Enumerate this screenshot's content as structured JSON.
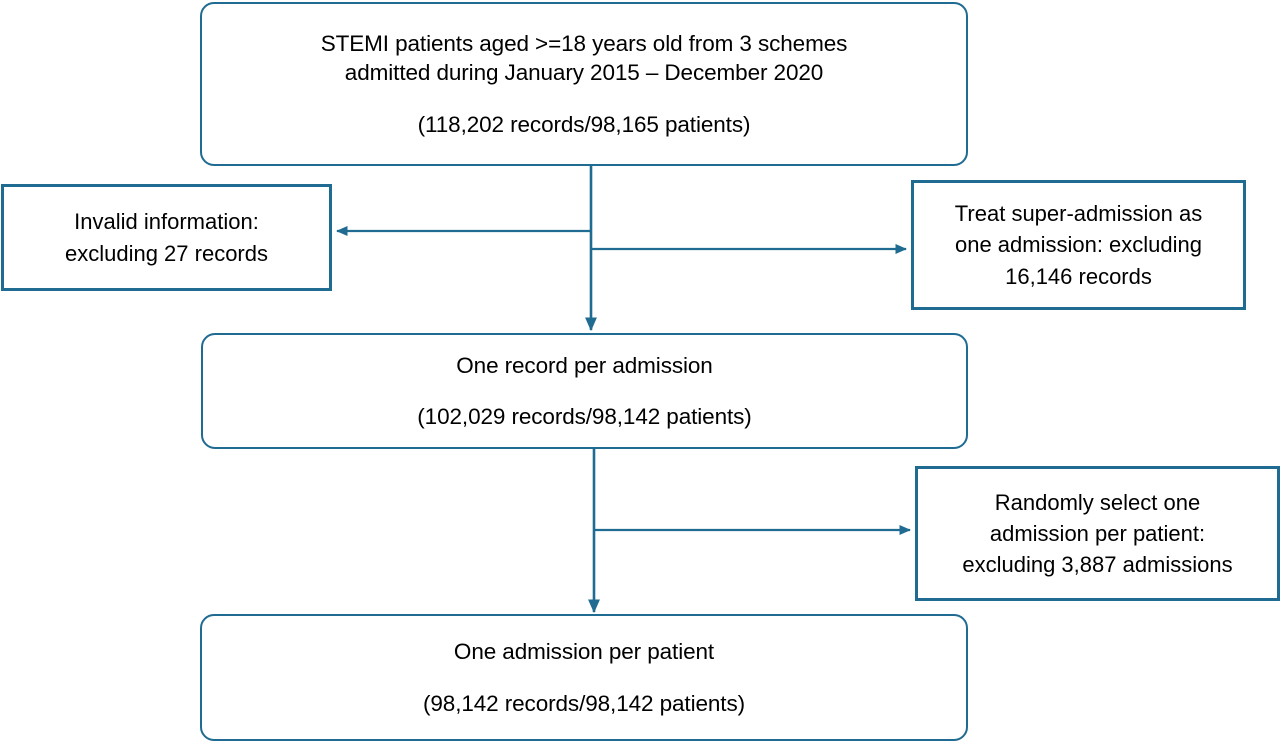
{
  "diagram": {
    "title": "STEMI patient record selection flowchart",
    "accent_color": "#1f6b91",
    "background_color": "#ffffff",
    "text_color": "#000000"
  },
  "nodes": {
    "top": {
      "line1": "STEMI patients aged >=18 years old from 3 schemes",
      "line2": "admitted during January 2015 – December 2020",
      "line3": "(118,202 records/98,165 patients)"
    },
    "invalid": {
      "line1": "Invalid information:",
      "line2": "excluding 27 records"
    },
    "super_admission": {
      "line1": "Treat super-admission as",
      "line2": "one admission: excluding",
      "line3": "16,146 records"
    },
    "mid": {
      "line1": "One record per admission",
      "line2": "(102,029 records/98,142 patients)"
    },
    "random": {
      "line1": "Randomly select one",
      "line2": "admission per patient:",
      "line3": "excluding 3,887 admissions"
    },
    "bottom": {
      "line1": "One admission per patient",
      "line2": "(98,142 records/98,142 patients)"
    }
  },
  "chart_data": {
    "type": "flowchart",
    "title": "STEMI patient record selection flowchart",
    "orientation": "top-to-bottom",
    "steps": [
      {
        "id": "top",
        "shape": "rounded-rectangle",
        "label": "STEMI patients aged >=18 years old from 3 schemes admitted during January 2015 – December 2020",
        "records": 118202,
        "patients": 98165,
        "counts_text": "(118,202 records/98,165 patients)"
      },
      {
        "id": "mid",
        "shape": "rounded-rectangle",
        "label": "One record per admission",
        "records": 102029,
        "patients": 98142,
        "counts_text": "(102,029 records/98,142 patients)"
      },
      {
        "id": "bottom",
        "shape": "rounded-rectangle",
        "label": "One admission per patient",
        "records": 98142,
        "patients": 98142,
        "counts_text": "(98,142 records/98,142 patients)"
      }
    ],
    "exclusions": [
      {
        "id": "invalid",
        "shape": "rectangle",
        "side": "left",
        "from": "top",
        "label": "Invalid information: excluding 27 records",
        "excluded_count": 27,
        "excluded_unit": "records"
      },
      {
        "id": "super_admission",
        "shape": "rectangle",
        "side": "right",
        "from": "top",
        "label": "Treat super-admission as one admission: excluding 16,146 records",
        "excluded_count": 16146,
        "excluded_unit": "records"
      },
      {
        "id": "random",
        "shape": "rectangle",
        "side": "right",
        "from": "mid",
        "label": "Randomly select one admission per patient: excluding 3,887 admissions",
        "excluded_count": 3887,
        "excluded_unit": "admissions"
      }
    ],
    "edges": [
      {
        "from": "top",
        "to": "mid",
        "direction": "down",
        "arrowhead": true
      },
      {
        "from": "top",
        "to": "invalid",
        "direction": "left",
        "arrowhead": true
      },
      {
        "from": "top",
        "to": "super_admission",
        "direction": "right",
        "arrowhead": true
      },
      {
        "from": "mid",
        "to": "bottom",
        "direction": "down",
        "arrowhead": true
      },
      {
        "from": "mid",
        "to": "random",
        "direction": "right",
        "arrowhead": true
      }
    ]
  }
}
